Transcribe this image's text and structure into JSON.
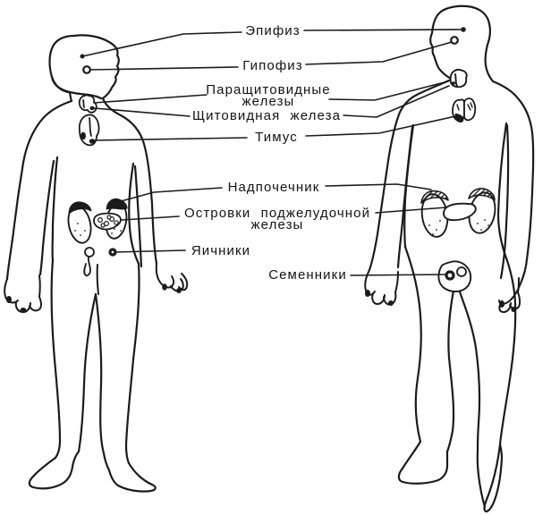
{
  "diagram": {
    "background_color": "#ffffff",
    "ink_color": "#1b1b1b",
    "labels": {
      "epiphysis": "Эпифиз",
      "hypophysis": "Гипофиз",
      "parathyroid_line1": "Паращитовидные",
      "parathyroid_line2": "железы",
      "thyroid": "Щитовидная железа",
      "thymus": "Тимус",
      "adrenal": "Надпочечник",
      "islets_line1": "Островки поджелудочной",
      "islets_line2": "железы",
      "ovaries": "Яичники",
      "testes": "Семенники"
    }
  }
}
